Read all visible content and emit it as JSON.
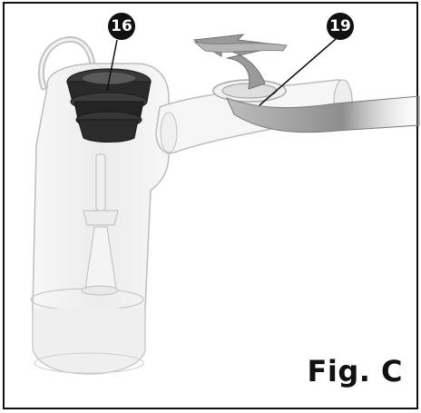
{
  "callouts": {
    "part_16": "16",
    "part_19": "19"
  },
  "caption": "Fig. C",
  "colors": {
    "frame": "#111111",
    "outline": "#bcbcbc",
    "fill_light": "#f3f3f3",
    "fill_mid": "#e6e6e6",
    "rubber_dark": "#2a2a2a",
    "rubber_mid": "#4a4a4a",
    "tube_gray": "#8a8a8a",
    "arrow_gray": "#9a9a9a"
  },
  "icons": {
    "callout_style": "black-circle-number"
  }
}
